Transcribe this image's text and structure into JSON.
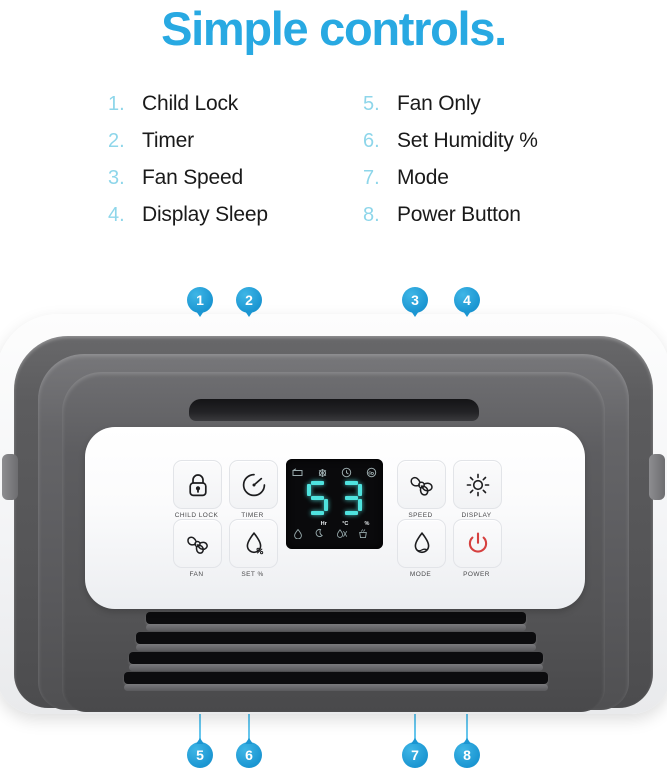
{
  "heading": {
    "title": "Simple controls."
  },
  "legend": {
    "left": [
      {
        "num": "1.",
        "label": "Child Lock"
      },
      {
        "num": "2.",
        "label": "Timer"
      },
      {
        "num": "3.",
        "label": "Fan Speed"
      },
      {
        "num": "4.",
        "label": "Display Sleep"
      }
    ],
    "right": [
      {
        "num": "5.",
        "label": "Fan Only"
      },
      {
        "num": "6.",
        "label": "Set Humidity %"
      },
      {
        "num": "7.",
        "label": "Mode"
      },
      {
        "num": "8.",
        "label": "Power Button"
      }
    ]
  },
  "callouts": [
    {
      "num": "1"
    },
    {
      "num": "2"
    },
    {
      "num": "3"
    },
    {
      "num": "4"
    },
    {
      "num": "5"
    },
    {
      "num": "6"
    },
    {
      "num": "7"
    },
    {
      "num": "8"
    }
  ],
  "panel": {
    "buttons": [
      {
        "id": "child-lock",
        "label": "CHILD LOCK",
        "icon": "padlock-icon"
      },
      {
        "id": "timer",
        "label": "TIMER",
        "icon": "timer-icon"
      },
      {
        "id": "fan",
        "label": "FAN",
        "icon": "fan-blade-icon"
      },
      {
        "id": "set-percent",
        "label": "SET %",
        "icon": "water-drop-percent-icon"
      },
      {
        "id": "speed",
        "label": "SPEED",
        "icon": "fan-blade-icon"
      },
      {
        "id": "display",
        "label": "DISPLAY",
        "icon": "sun-icon"
      },
      {
        "id": "mode",
        "label": "MODE",
        "icon": "water-drop-icon"
      },
      {
        "id": "power",
        "label": "POWER",
        "icon": "power-icon"
      }
    ]
  },
  "lcd": {
    "value": "53",
    "top_indicators": [
      "filter-icon",
      "defrost-icon",
      "timer-clock-icon",
      "fan-circle-icon"
    ],
    "unit_row": [
      {
        "unit": "",
        "icon": "humidity-drop-icon"
      },
      {
        "unit": "Hr",
        "icon": "sleep-moon-icon"
      },
      {
        "unit": "°C",
        "icon": "dehumidify-icon"
      },
      {
        "unit": "%",
        "icon": "dry-basket-icon"
      }
    ]
  },
  "colors": {
    "accent": "#28a9e2",
    "legend_number": "#8ed6ea",
    "lcd_digit": "#4fe3df",
    "power_red": "#d6403f",
    "body_grey": "#5a5a5d",
    "leader_line": "#5fc3ec"
  }
}
